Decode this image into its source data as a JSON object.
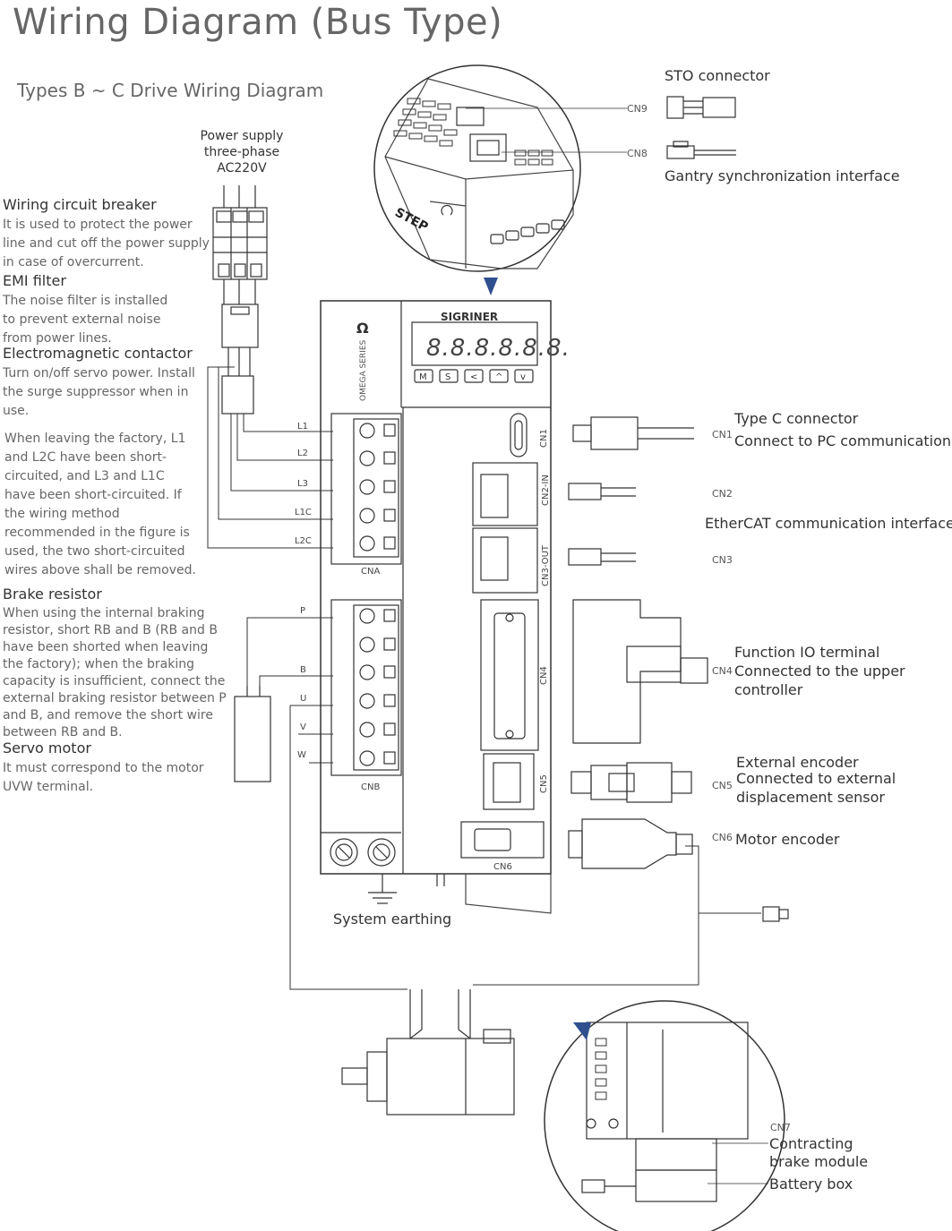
{
  "title": "Wiring Diagram (Bus Type)",
  "subtitle": "Types B ~ C Drive Wiring Diagram",
  "power_supply": {
    "line1": "Power supply",
    "line2": "three-phase",
    "line3": "AC220V"
  },
  "left": {
    "breaker": {
      "head": "Wiring circuit breaker",
      "desc": "It is used to protect the power line and cut off the power supply in case of overcurrent."
    },
    "emi": {
      "head": "EMI filter",
      "desc": "The noise filter is installed to prevent external noise from power lines."
    },
    "contactor": {
      "head": "Electromagnetic contactor",
      "desc": "Turn on/off servo power. Install the surge suppressor when in use."
    },
    "factory_note": "When leaving the factory, L1 and L2C have been short-circuited, and L3 and L1C have been short-circuited. If the wiring method recommended in the figure is used, the two short-circuited wires above shall be removed.",
    "brake": {
      "head": "Brake resistor",
      "desc": "When using the internal braking resistor, short RB and B (RB and B have been shorted when leaving the factory); when the braking capacity is insufficient, connect the external braking resistor between P and B, and remove the short wire between RB and B."
    },
    "motor": {
      "head": "Servo motor",
      "desc": "It must correspond to the motor UVW terminal."
    }
  },
  "terminals_a": [
    "L1",
    "L2",
    "L3",
    "L1C",
    "L2C"
  ],
  "terminals_b": [
    "P",
    "B",
    "U",
    "V",
    "W"
  ],
  "connector_a": "CNA",
  "connector_b": "CNB",
  "earthing": "System earthing",
  "drive": {
    "brand": "SIGRINER",
    "series": "OMEGA SERIES",
    "display": "8.8.8.8.8.8.",
    "buttons": [
      "M",
      "S",
      "<",
      "^",
      "v"
    ],
    "step": "STEP",
    "ports": [
      "CN1",
      "CN2-IN",
      "CN3-OUT",
      "CN4",
      "CN5",
      "CN6"
    ]
  },
  "right": {
    "sto": {
      "code": "CN9",
      "label": "STO connector"
    },
    "gantry": {
      "code": "CN8",
      "label": "Gantry synchronization interface"
    },
    "typec": {
      "code": "CN1",
      "head": "Type C connector",
      "desc": "Connect to PC communication"
    },
    "cn2": "CN2",
    "ethercat": "EtherCAT communication interface",
    "cn3": "CN3",
    "io": {
      "code": "CN4",
      "line1": "Function IO terminal",
      "line2": "Connected to the upper",
      "line3": "controller"
    },
    "ext_enc": {
      "code": "CN5",
      "line1": "External encoder",
      "line2": "Connected to external",
      "line3": "displacement sensor"
    },
    "motor_enc": {
      "code": "CN6",
      "label": "Motor encoder"
    },
    "cn7": {
      "code": "CN7",
      "line1": "Contracting",
      "line2": "brake module"
    },
    "battery": "Battery box"
  },
  "colors": {
    "line": "#333333",
    "text": "#555555",
    "accent": "#2f4f8f"
  }
}
